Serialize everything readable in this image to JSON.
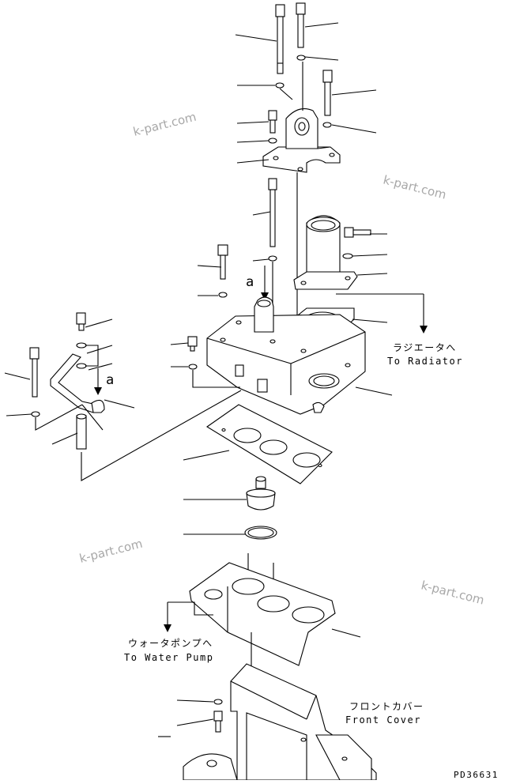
{
  "diagram": {
    "labels": {
      "radiator_jp": "ラジエータへ",
      "radiator_en": "To Radiator",
      "water_pump_jp": "ウォータポンプへ",
      "water_pump_en": "To Water Pump",
      "front_cover_jp": "フロントカバー",
      "front_cover_en": "Front Cover",
      "ref_a": "a",
      "ref_a2": "a",
      "code": "PD36631"
    },
    "watermarks": [
      "k-part.com",
      "k-part.com",
      "k-part.com",
      "k-part.com"
    ]
  }
}
